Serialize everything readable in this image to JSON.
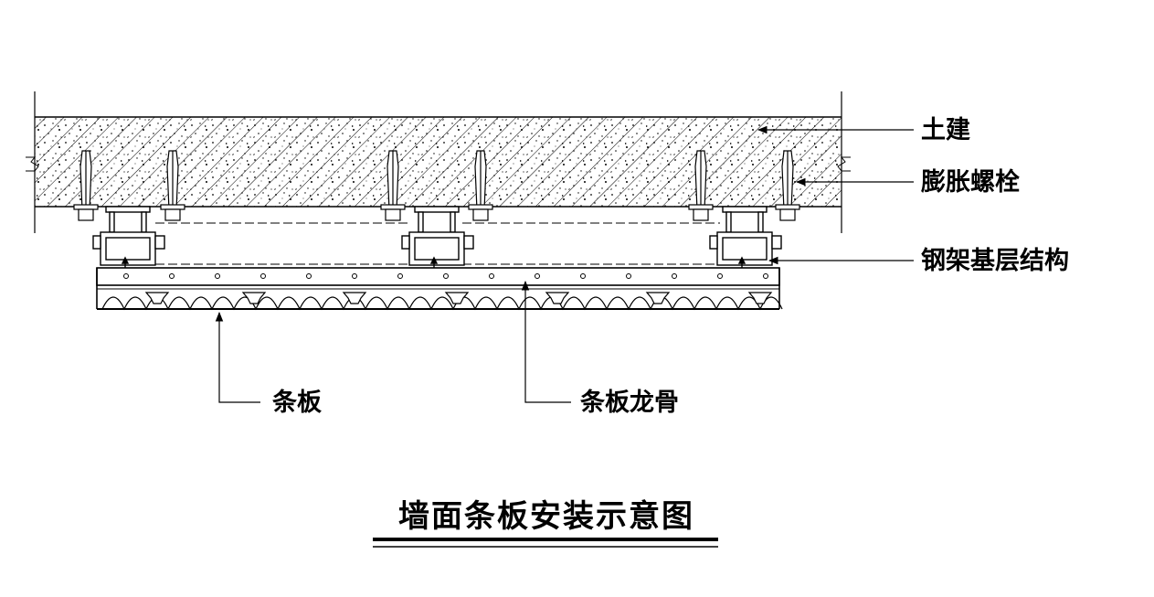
{
  "diagram": {
    "title": "墙面条板安装示意图",
    "labels": {
      "civil": "土建",
      "expansion_bolt": "膨胀螺栓",
      "steel_frame": "钢架基层结构",
      "strip_panel": "条板",
      "strip_keel": "条板龙骨"
    }
  }
}
